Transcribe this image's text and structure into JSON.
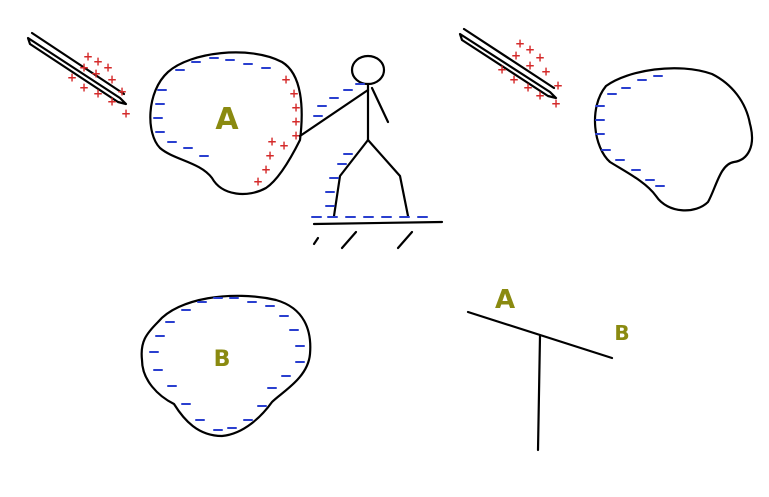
{
  "colors": {
    "ink": "#000000",
    "positive": "#d42a2a",
    "negative": "#2a3fcf",
    "label": "#8a8a10"
  },
  "symbols": {
    "positive": "+",
    "negative": "–"
  },
  "labels": {
    "ball_a": "A",
    "ball_b": "B",
    "balance_a": "A",
    "balance_b": "B"
  }
}
